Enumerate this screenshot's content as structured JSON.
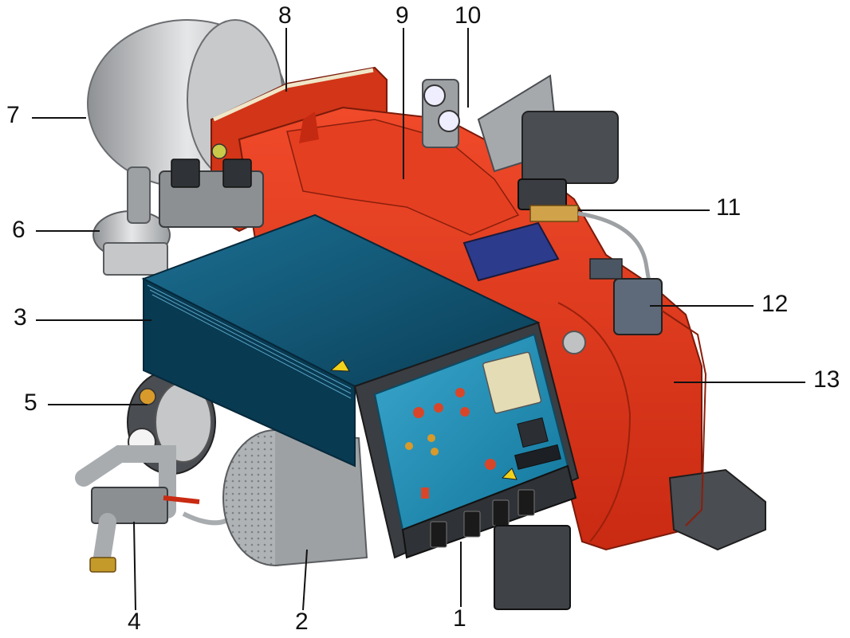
{
  "figure": {
    "callouts": [
      {
        "id": "n1",
        "label": "1"
      },
      {
        "id": "n2",
        "label": "2"
      },
      {
        "id": "n3",
        "label": "3"
      },
      {
        "id": "n4",
        "label": "4"
      },
      {
        "id": "n5",
        "label": "5"
      },
      {
        "id": "n6",
        "label": "6"
      },
      {
        "id": "n7",
        "label": "7"
      },
      {
        "id": "n8",
        "label": "8"
      },
      {
        "id": "n9",
        "label": "9"
      },
      {
        "id": "n10",
        "label": "10"
      },
      {
        "id": "n11",
        "label": "11"
      },
      {
        "id": "n12",
        "label": "12"
      },
      {
        "id": "n13",
        "label": "13"
      }
    ],
    "colors": {
      "burner_red": "#e8341c",
      "burner_red_dark": "#b8230f",
      "panel_blue": "#0b4f6c",
      "panel_face": "#1a88b0",
      "steel_grey": "#b9bcbf",
      "dark_grey": "#4a4d52"
    }
  }
}
